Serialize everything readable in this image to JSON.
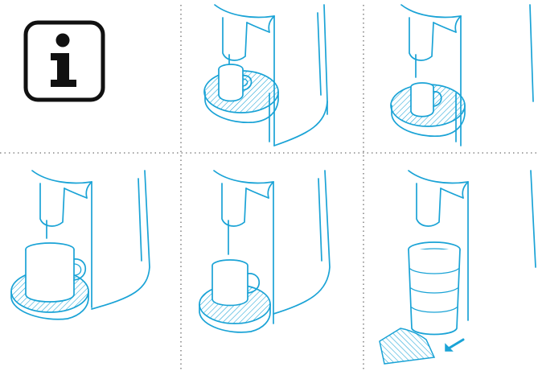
{
  "figure": {
    "panels": [
      {
        "id": "info",
        "content": "info-icon"
      },
      {
        "id": "cup-raised-on-drip-tray",
        "content": "cup-on-high-tray"
      },
      {
        "id": "cup-small-under-spout",
        "content": "cup-small"
      },
      {
        "id": "cup-on-tray-medium",
        "content": "cup-medium"
      },
      {
        "id": "cup-on-tray-large",
        "content": "cup-large"
      },
      {
        "id": "tall-cup-tray-removed",
        "content": "tall-cup-tray-removed"
      }
    ],
    "colors": {
      "line": "#1aa3d6",
      "hatch": "#1aa3d6",
      "divider": "#8a8a8a",
      "info_icon": "#111111"
    },
    "icons": [
      "info-icon",
      "arrow-icon"
    ]
  }
}
